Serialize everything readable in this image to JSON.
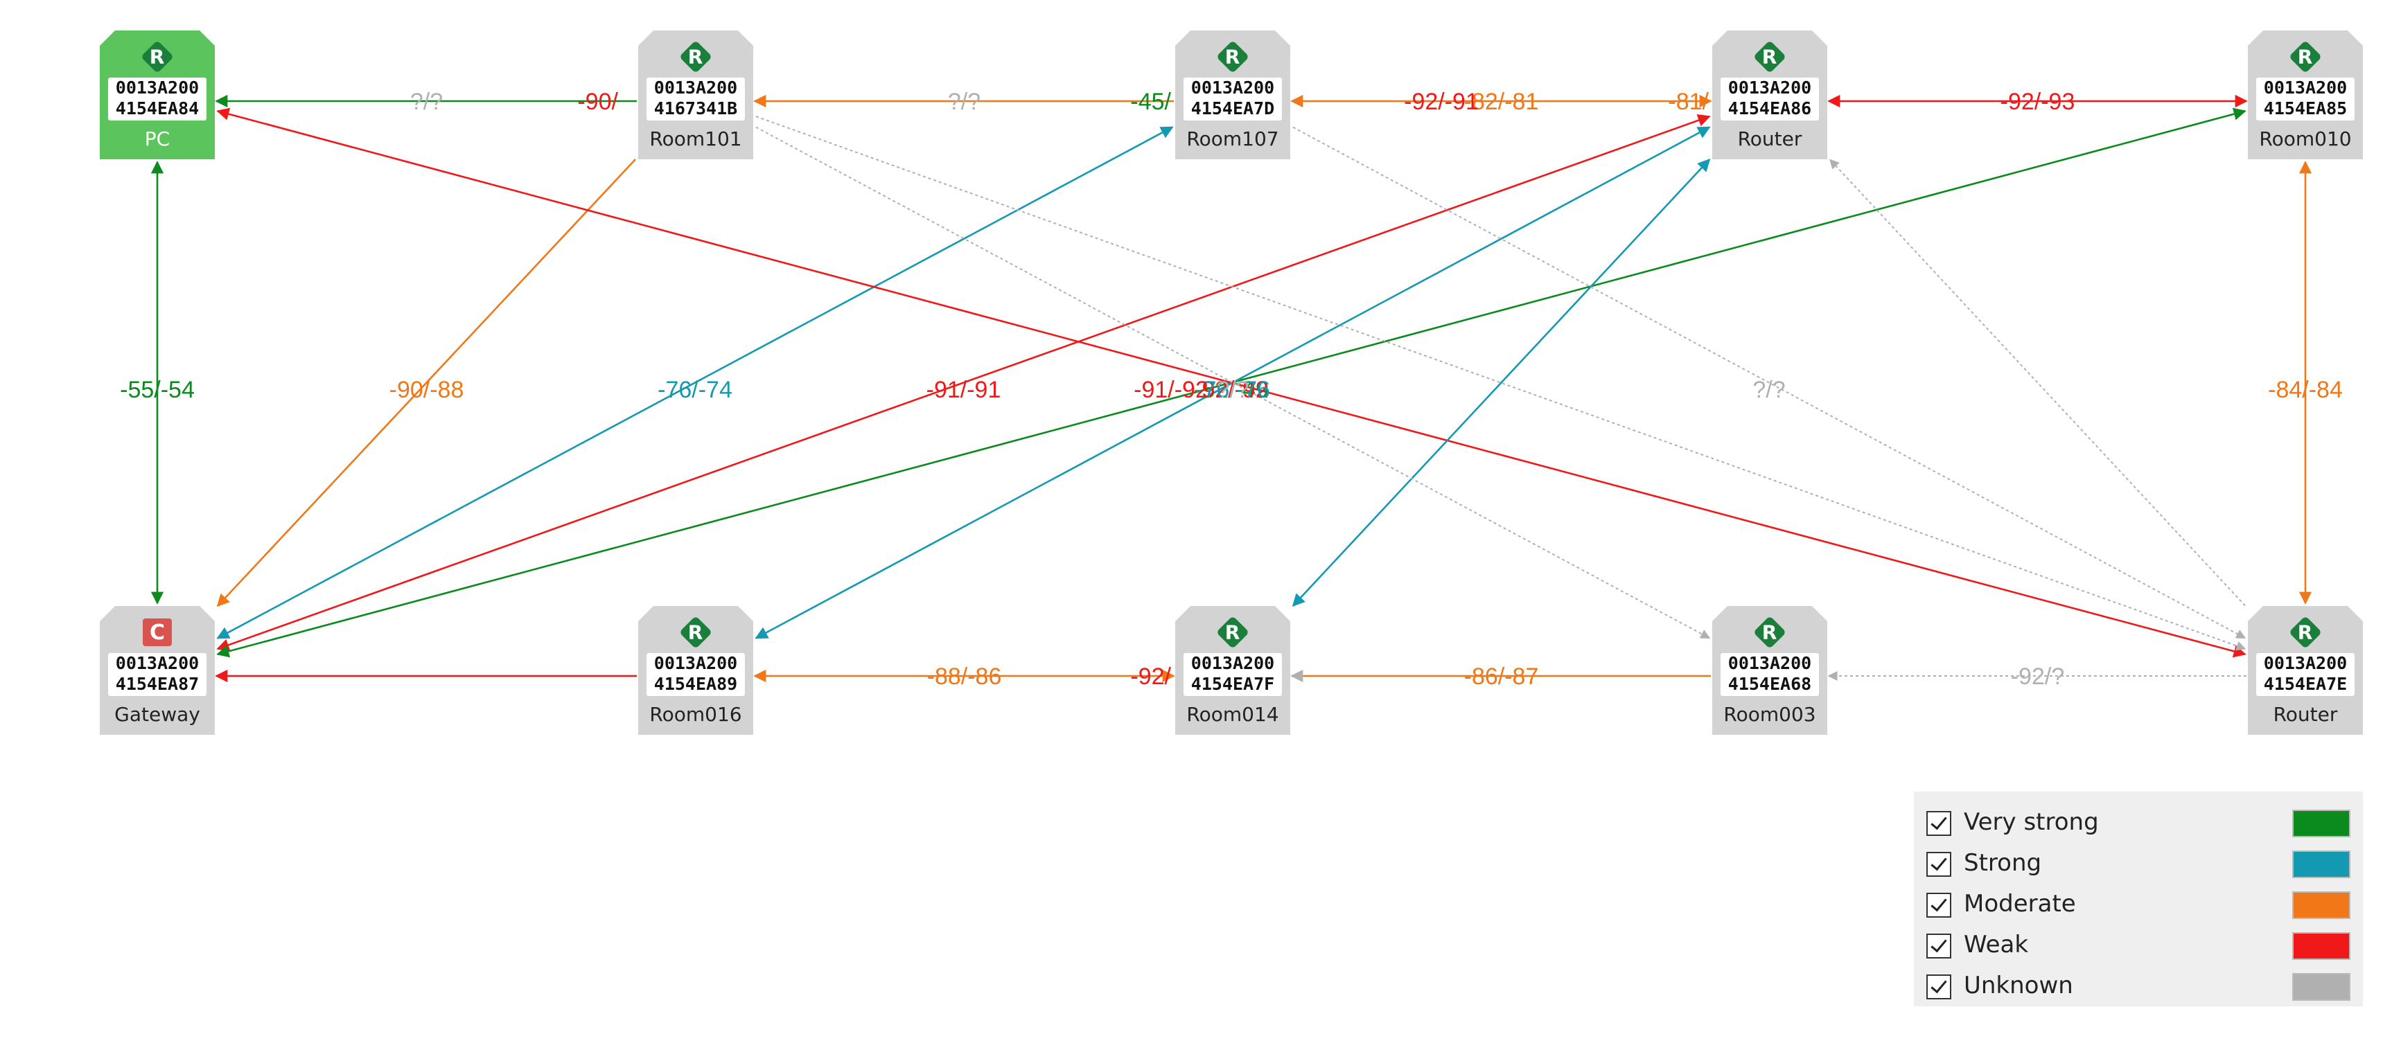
{
  "colors": {
    "very_strong": "#0b8a1e",
    "strong": "#1499b3",
    "moderate": "#f07818",
    "weak": "#f01818",
    "unknown": "#b0b0b0",
    "node_bg": "#d3d3d3",
    "pc_bg": "#5cc45c"
  },
  "nodes": [
    {
      "id": "pc",
      "line1": "0013A200",
      "line2": "4154EA84",
      "label": "PC",
      "badge": "R",
      "highlight": true
    },
    {
      "id": "room101",
      "line1": "0013A200",
      "line2": "4167341B",
      "label": "Room101",
      "badge": "R"
    },
    {
      "id": "room107",
      "line1": "0013A200",
      "line2": "4154EA7D",
      "label": "Room107",
      "badge": "R"
    },
    {
      "id": "router86",
      "line1": "0013A200",
      "line2": "4154EA86",
      "label": "Router",
      "badge": "R"
    },
    {
      "id": "room010",
      "line1": "0013A200",
      "line2": "4154EA85",
      "label": "Room010",
      "badge": "R"
    },
    {
      "id": "gateway",
      "line1": "0013A200",
      "line2": "4154EA87",
      "label": "Gateway",
      "badge": "C"
    },
    {
      "id": "room016",
      "line1": "0013A200",
      "line2": "4154EA89",
      "label": "Room016",
      "badge": "R"
    },
    {
      "id": "room014",
      "line1": "0013A200",
      "line2": "4154EA7F",
      "label": "Room014",
      "badge": "R"
    },
    {
      "id": "room003",
      "line1": "0013A200",
      "line2": "4154EA68",
      "label": "Room003",
      "badge": "R"
    },
    {
      "id": "router7e",
      "line1": "0013A200",
      "line2": "4154EA7E",
      "label": "Router",
      "badge": "R"
    }
  ],
  "links": [
    {
      "from": "room101",
      "to": "pc",
      "label": "?/?",
      "strength": "very_strong",
      "label_color": "unknown",
      "dir": "single"
    },
    {
      "from": "room107",
      "to": "room101",
      "label": "?/?",
      "strength": "moderate",
      "label_color": "unknown",
      "dir": "single"
    },
    {
      "from": "room107",
      "to": "router86",
      "label": "-82/-81",
      "strength": "moderate",
      "dir": "both"
    },
    {
      "from": "router86",
      "to": "room010",
      "label": "-92/-93",
      "strength": "weak",
      "dir": "both"
    },
    {
      "from": "pc",
      "to": "gateway",
      "label": "-55/-54",
      "strength": "very_strong",
      "dir": "both"
    },
    {
      "from": "room101",
      "to": "gateway",
      "label": "-90/-88",
      "strength": "moderate",
      "dir": "single_to"
    },
    {
      "from": "room107",
      "to": "gateway",
      "label": "-76/-74",
      "strength": "strong",
      "dir": "both"
    },
    {
      "from": "router86",
      "to": "gateway",
      "label": "-91/-91",
      "strength": "weak",
      "dir": "both"
    },
    {
      "from": "room010",
      "to": "gateway",
      "label": "-52/-49",
      "strength": "very_strong",
      "dir": "both"
    },
    {
      "from": "pc",
      "to": "router7e",
      "label": "-92/-92",
      "strength": "weak",
      "dir": "both"
    },
    {
      "from": "router86",
      "to": "room016",
      "label": "-76/-76",
      "strength": "strong",
      "dir": "both"
    },
    {
      "from": "router86",
      "to": "room014",
      "label": "",
      "strength": "strong",
      "dir": "both"
    },
    {
      "from": "room101",
      "to": "room003",
      "label": "?/?",
      "strength": "unknown",
      "dir": "single_to"
    },
    {
      "from": "room101",
      "to": "router7e",
      "label": "",
      "strength": "unknown",
      "dir": "single_to"
    },
    {
      "from": "room107",
      "to": "router7e",
      "label": "?/?",
      "strength": "unknown",
      "dir": "single_to"
    },
    {
      "from": "router7e",
      "to": "router86",
      "label": "",
      "strength": "unknown",
      "dir": "single_to"
    },
    {
      "from": "room010",
      "to": "router7e",
      "label": "-84/-84",
      "strength": "moderate",
      "dir": "both"
    },
    {
      "from": "room016",
      "to": "gateway",
      "label": "",
      "strength": "weak",
      "dir": "single_to"
    },
    {
      "from": "room014",
      "to": "room016",
      "label": "-88/-86",
      "strength": "moderate",
      "dir": "both"
    },
    {
      "from": "room003",
      "to": "room014",
      "label": "-86/-87",
      "strength": "moderate",
      "dir": "single_to",
      "head": "unknown"
    },
    {
      "from": "router7e",
      "to": "room003",
      "label": "-92/?",
      "strength": "unknown",
      "dir": "single_to"
    }
  ],
  "overlay_labels": [
    {
      "text": "-90/",
      "color": "weak",
      "near": "room101",
      "side": "left-top"
    },
    {
      "text": "-45/",
      "color": "very_strong",
      "near": "room107",
      "side": "left-top"
    },
    {
      "text": "-92/-91",
      "color": "weak",
      "near": "room107_router86_mid"
    },
    {
      "text": "-81/",
      "color": "moderate",
      "near": "router86",
      "side": "left-top"
    },
    {
      "text": "-92/",
      "color": "weak",
      "near": "room014",
      "side": "left-bottom"
    },
    {
      "text": "-91/-92",
      "color": "weak",
      "near": "center_cross"
    }
  ],
  "legend": {
    "title": "",
    "items": [
      {
        "label": "Very strong",
        "color": "very_strong",
        "checked": true
      },
      {
        "label": "Strong",
        "color": "strong",
        "checked": true
      },
      {
        "label": "Moderate",
        "color": "moderate",
        "checked": true
      },
      {
        "label": "Weak",
        "color": "weak",
        "checked": true
      },
      {
        "label": "Unknown",
        "color": "unknown",
        "checked": true
      }
    ]
  }
}
